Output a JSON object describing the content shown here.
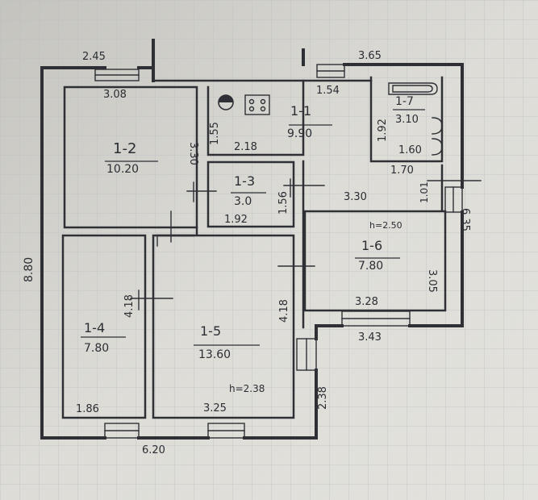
{
  "rooms": [
    {
      "id": "1-1",
      "label": "1-1",
      "area": "9.90"
    },
    {
      "id": "1-2",
      "label": "1-2",
      "area": "10.20"
    },
    {
      "id": "1-3",
      "label": "1-3",
      "area": "3.0"
    },
    {
      "id": "1-4",
      "label": "1-4",
      "area": "7.80"
    },
    {
      "id": "1-5",
      "label": "1-5",
      "area": "13.60"
    },
    {
      "id": "1-6",
      "label": "1-6",
      "area": "7.80"
    },
    {
      "id": "1-7",
      "label": "1-7",
      "area": "3.10"
    }
  ],
  "dimensions": {
    "top_left": "2.45",
    "top_right": "3.65",
    "room2_top": "3.08",
    "room2_side": "3.30",
    "room1_side": "1.55",
    "room1_bottom": "2.18",
    "room1_top": "1.54",
    "bath_side": "1.92",
    "bath_inner": "1.60",
    "bath_bottom": "1.70",
    "corridor_side": "1.56",
    "corridor_bottom": "1.92",
    "room6_top": "3.30",
    "small_side": "1.01",
    "right_total": "6.35",
    "room6_side": "3.05",
    "room6_bottom": "3.28",
    "outer_bottom_right": "3.43",
    "left_total": "8.80",
    "room4_side": "4.18",
    "room5_side": "4.18",
    "room4_bottom": "1.86",
    "room5_bottom": "3.25",
    "right_lower": "2.38",
    "bottom_total": "6.20"
  },
  "heights": {
    "room6": "h=2.50",
    "room5": "h=2.38"
  }
}
